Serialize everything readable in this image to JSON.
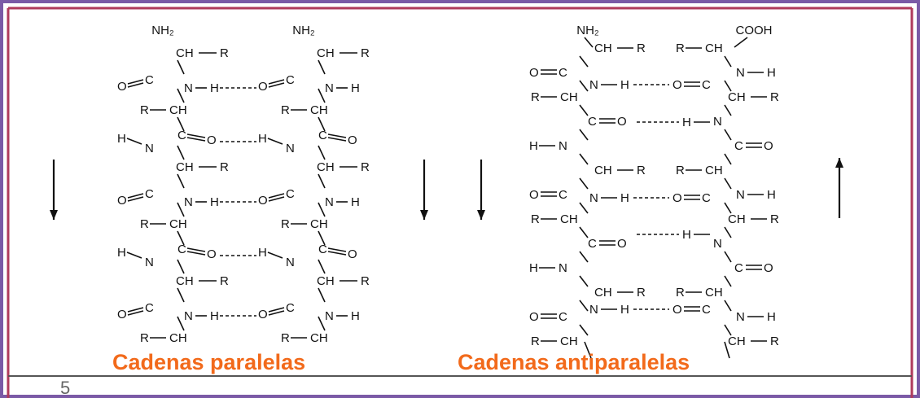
{
  "frame": {
    "outer_color": "#7b5aa6",
    "inner_color": "#b03a5b"
  },
  "labels": {
    "nh2": "NH₂",
    "cooh": "COOH",
    "ch_r": "CH—R",
    "r_ch": "R—CH",
    "o_c": "O═C",
    "c_o": "C═O",
    "n_h": "N—H",
    "h_n": "H—N",
    "n": "N",
    "h": "H",
    "c": "C",
    "o": "O",
    "ch": "CH",
    "r": "R"
  },
  "captions": {
    "parallel": "Cadenas paralelas",
    "antiparallel": "Cadenas antiparalelas"
  },
  "slide_number": "5",
  "arrows": {
    "parallel_left": "down",
    "parallel_right": "down",
    "antiparallel_left": "down",
    "antiparallel_right": "up"
  },
  "colors": {
    "caption": "#f26a1b",
    "ink": "#111111"
  }
}
